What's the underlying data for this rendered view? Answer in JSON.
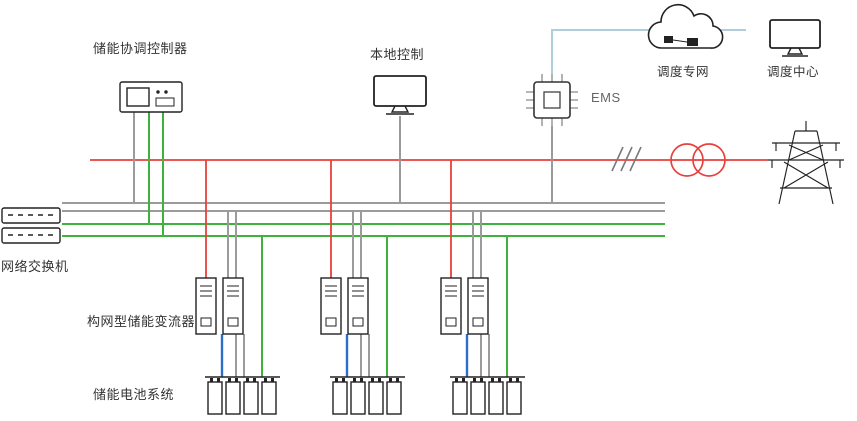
{
  "diagram": {
    "nodes": {
      "coordinator": {
        "label": "储能协调控制器"
      },
      "local_control": {
        "label": "本地控制"
      },
      "ems": {
        "label": "EMS"
      },
      "dispatch_network": {
        "label": "调度专网"
      },
      "dispatch_center": {
        "label": "调度中心"
      },
      "network_switch": {
        "label": "网络交换机"
      },
      "converters": {
        "label": "构网型储能变流器",
        "groups": 3
      },
      "battery_system": {
        "label": "储能电池系统",
        "groups": 3,
        "cells_per_group": 4
      }
    },
    "colors": {
      "power_line": "#e8413c",
      "comm_line_gray": "#9b9b9b",
      "comm_line_green": "#3db33d",
      "dc_line": "#2a6fc9",
      "dispatch_link": "#aecfd9",
      "icon_stroke": "#222222"
    }
  }
}
